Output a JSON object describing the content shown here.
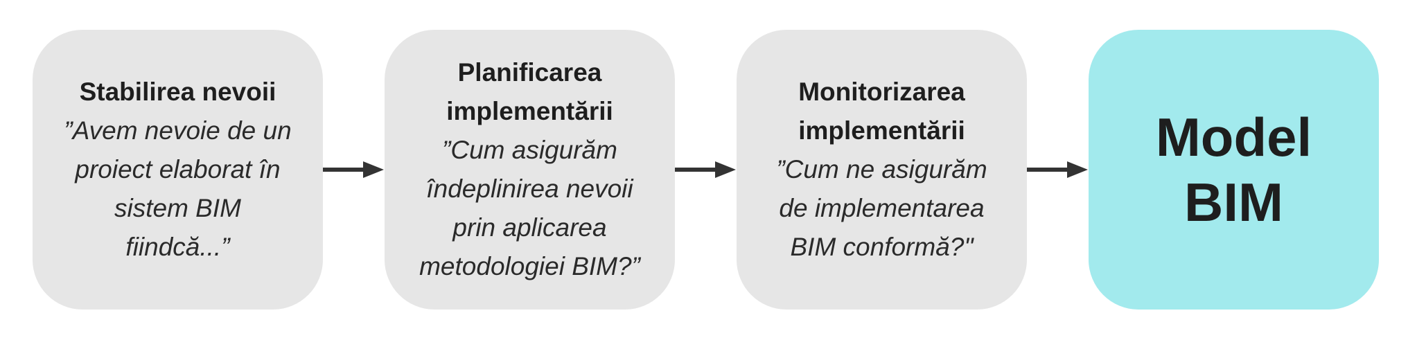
{
  "steps": [
    {
      "title_lines": [
        "Stabilirea nevoii"
      ],
      "quote_lines": [
        "”Avem nevoie de un",
        "proiect elaborat în",
        "sistem BIM",
        "fiindcă...”"
      ]
    },
    {
      "title_lines": [
        "Planificarea",
        "implementării"
      ],
      "quote_lines": [
        "”Cum asigurăm",
        "îndeplinirea nevoii",
        "prin aplicarea",
        "metodologiei BIM?”"
      ]
    },
    {
      "title_lines": [
        "Monitorizarea",
        "implementării"
      ],
      "quote_lines": [
        "”Cum ne asigurăm",
        "de implementarea",
        "BIM conformă?\""
      ]
    }
  ],
  "result": {
    "lines": [
      "Model",
      "BIM"
    ]
  },
  "colors": {
    "step_bg": "#e6e6e6",
    "result_bg": "#a2eaed",
    "arrow": "#333333"
  }
}
